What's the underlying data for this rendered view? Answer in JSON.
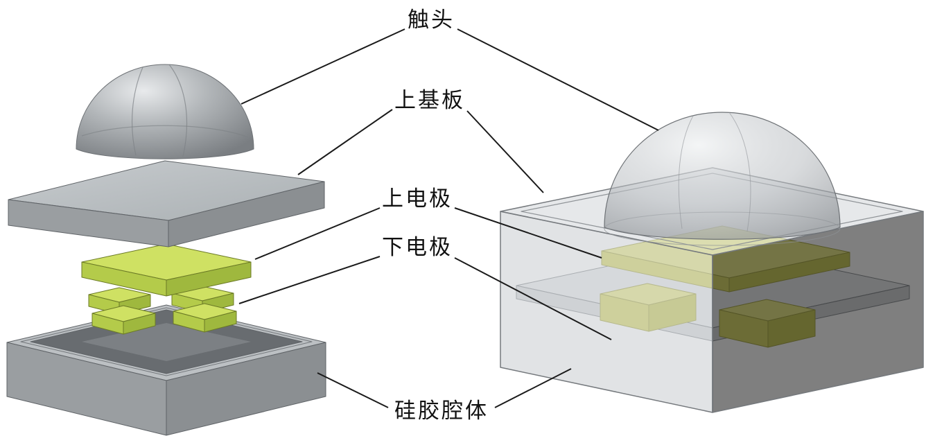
{
  "figure": {
    "labels": {
      "contact_head": "触头",
      "upper_substrate": "上基板",
      "upper_electrode": "上电极",
      "lower_electrode": "下电极",
      "silicone_cavity": "硅胶腔体"
    },
    "colors": {
      "electrode_green_top": "#cfe163",
      "electrode_green_front": "#b4cb4a",
      "electrode_green_side": "#9fb83e",
      "electrode_green_edge": "#6b7a26",
      "electrode_yellow_top": "#e9e98a",
      "electrode_yellow_front": "#d8d96c",
      "electrode_yellow_side": "#cbcd5f",
      "body_gray_top": "#bcc0c3",
      "body_gray_front": "#9a9ea1",
      "body_gray_side": "#8b8f92",
      "cavity_dark": "#686c70",
      "cavity_floor": "#7c8084",
      "translucent_gray": "#c3c7cb",
      "edge_gray": "#5f6367",
      "leader_line": "#1a1a1a"
    }
  }
}
